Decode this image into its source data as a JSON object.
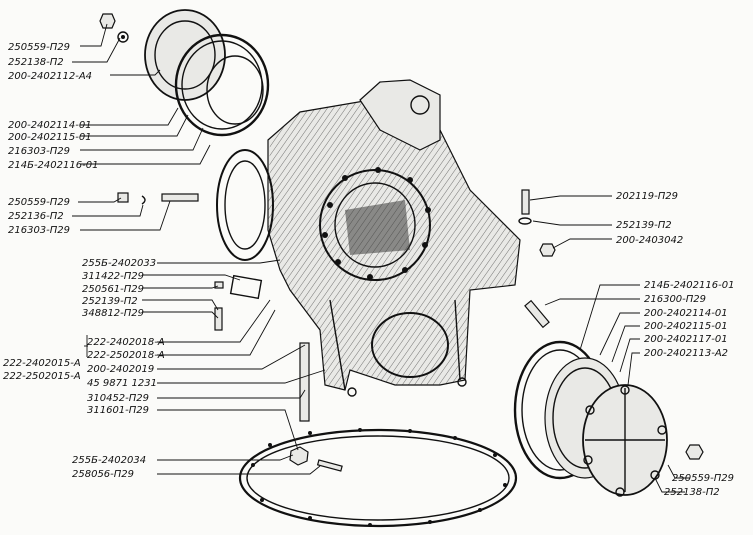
{
  "labels": {
    "l01": "250559-П29",
    "l02": "252138-П2",
    "l03": "200-2402112-А4",
    "l04": "200-2402114-01",
    "l05": "200-2402115-01",
    "l06": "216303-П29",
    "l07": "214Б-2402116-01",
    "l08": "250559-П29",
    "l09": "252136-П2",
    "l10": "216303-П29",
    "l11": "255Б-2402033",
    "l12": "311422-П29",
    "l13": "250561-П29",
    "l14": "252139-П2",
    "l15": "348812-П29",
    "l16": "222-2402015-А",
    "l17": "222-2502015-А",
    "l18": "222-2402018-А",
    "l19": "222-2502018-А",
    "l20": "200-2402019",
    "l21": "45 9871 1231",
    "l22": "310452-П29",
    "l23": "311601-П29",
    "l24": "255Б-2402034",
    "l25": "258056-П29",
    "r01": "202119-П29",
    "r02": "252139-П2",
    "r03": "200-2403042",
    "r04": "214Б-2402116-01",
    "r05": "216300-П29",
    "r06": "200-2402114-01",
    "r07": "200-2402115-01",
    "r08": "200-2402117-01",
    "r09": "200-2402113-А2",
    "r10": "250559-П29",
    "r11": "252138-П2"
  }
}
